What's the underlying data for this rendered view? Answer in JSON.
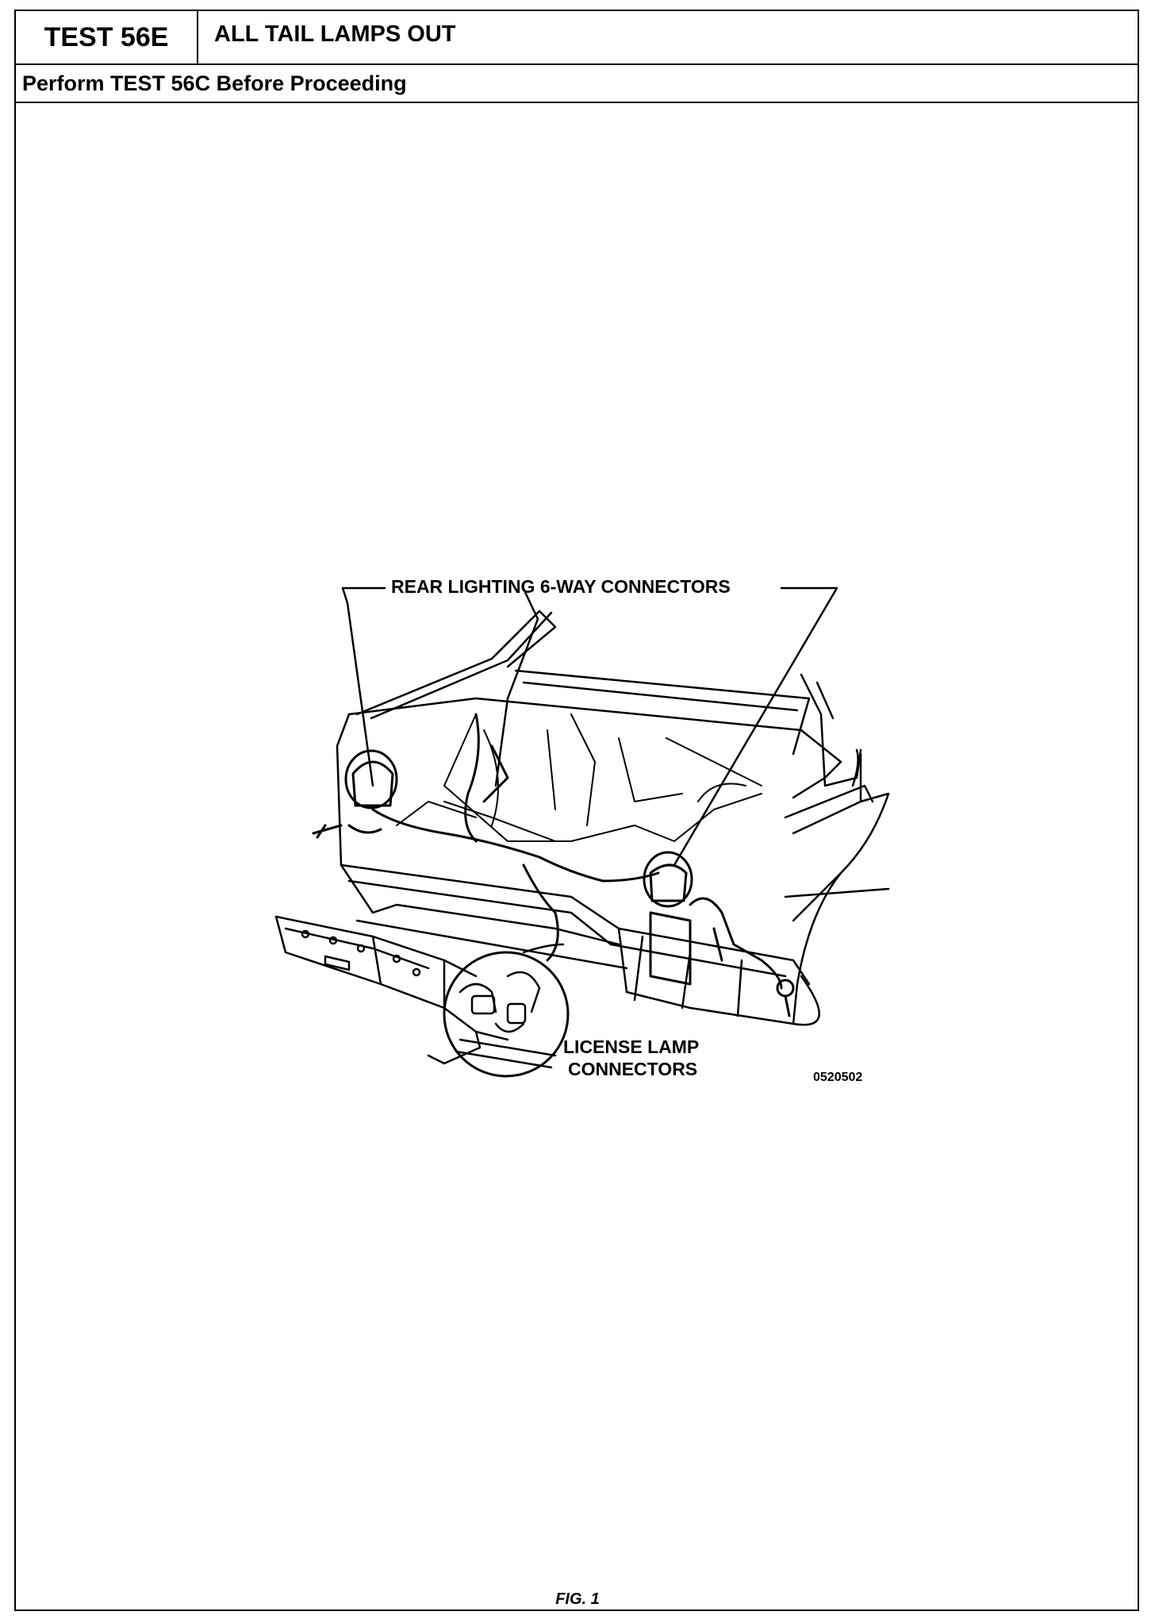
{
  "header": {
    "test_id": "TEST 56E",
    "test_title": "ALL TAIL LAMPS OUT",
    "prerequisite": "Perform TEST 56C Before Proceeding"
  },
  "figure": {
    "callout_rear_connectors": "REAR LIGHTING 6-WAY CONNECTORS",
    "callout_license_line1": "LICENSE LAMP",
    "callout_license_line2": "CONNECTORS",
    "drawing_code": "0520502",
    "caption": "FIG. 1"
  }
}
